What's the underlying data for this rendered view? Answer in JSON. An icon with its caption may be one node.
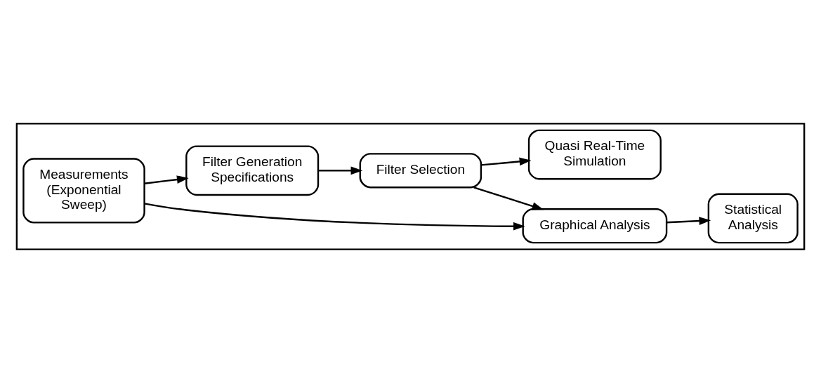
{
  "diagram": {
    "nodes": [
      {
        "text": [],
        "shape": "box"
      },
      {
        "text": [
          "Measurements (Exponential Sweep)"
        ],
        "in": 0
      },
      {
        "text": [
          "Graphical Analysis"
        ],
        "in": 0
      },
      {
        "text": [
          "Statistical Analysis"
        ],
        "in": 0
      },
      {
        "text": [
          "Filter Generation Specifications"
        ],
        "in": 0
      },
      {
        "text": [
          "Filter Selection"
        ],
        "in": 0
      },
      {
        "text": [
          "Quasi Real-Time Simulation"
        ],
        "in": 0
      }
    ],
    "edges": [
      {
        "from": 1,
        "to": 2,
        "arrow": "to"
      },
      {
        "from": 2,
        "to": 3,
        "arrow": "to"
      },
      {
        "from": 1,
        "to": 4,
        "arrow": "to"
      },
      {
        "from": 4,
        "to": 5,
        "arrow": "to"
      },
      {
        "from": 5,
        "to": 2,
        "arrow": "to"
      },
      {
        "from": 5,
        "to": 6,
        "arrow": "to"
      }
    ]
  }
}
